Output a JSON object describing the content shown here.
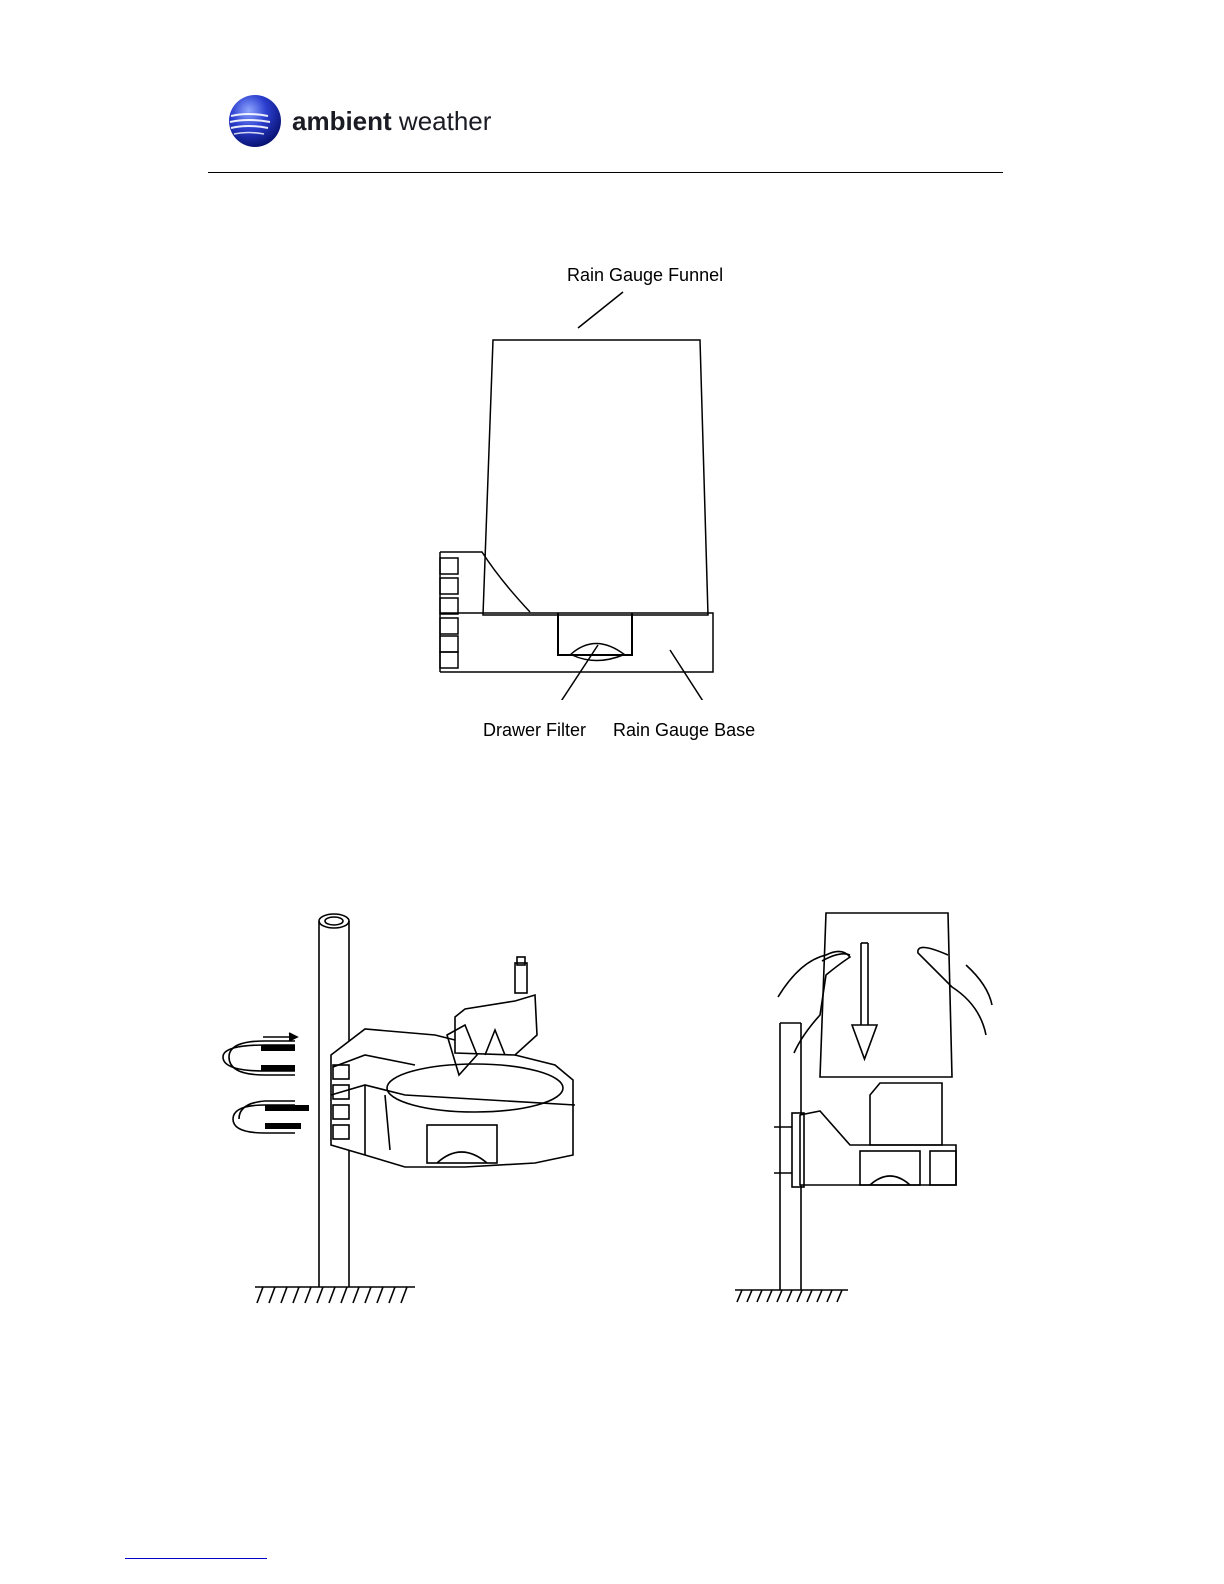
{
  "header": {
    "logo_bold": "ambient",
    "logo_light": "weather",
    "logo_icon": "globe-icon",
    "colors": {
      "globe_dark": "#0a1a8c",
      "globe_light": "#6f8cf0"
    }
  },
  "figure1": {
    "label_funnel": "Rain Gauge Funnel",
    "label_drawer": "Drawer Filter",
    "label_base": "Rain Gauge Base"
  }
}
